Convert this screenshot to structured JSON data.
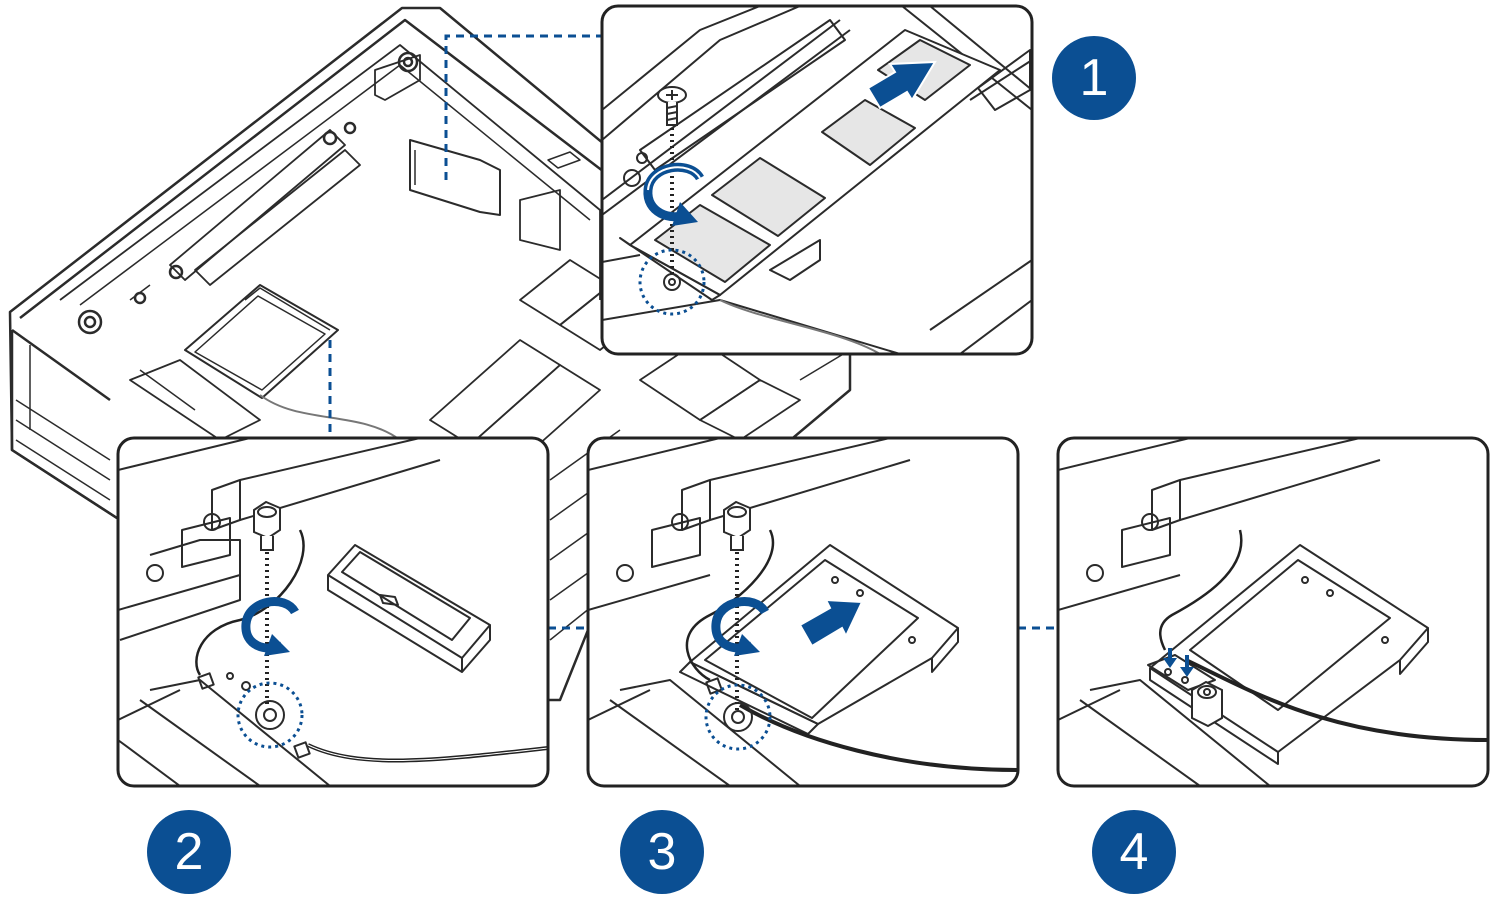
{
  "diagram": {
    "steps": [
      {
        "number": "1"
      },
      {
        "number": "2"
      },
      {
        "number": "3"
      },
      {
        "number": "4"
      }
    ]
  },
  "colors": {
    "accent": "#0b4f93",
    "line": "#2b2b2b",
    "frame_fill": "#ffffff",
    "cable": "#1a1a1a"
  },
  "icons": [
    "screw-icon",
    "standoff-icon",
    "rotate-arrow-icon",
    "push-arrow-icon",
    "antenna-connector-icon"
  ]
}
